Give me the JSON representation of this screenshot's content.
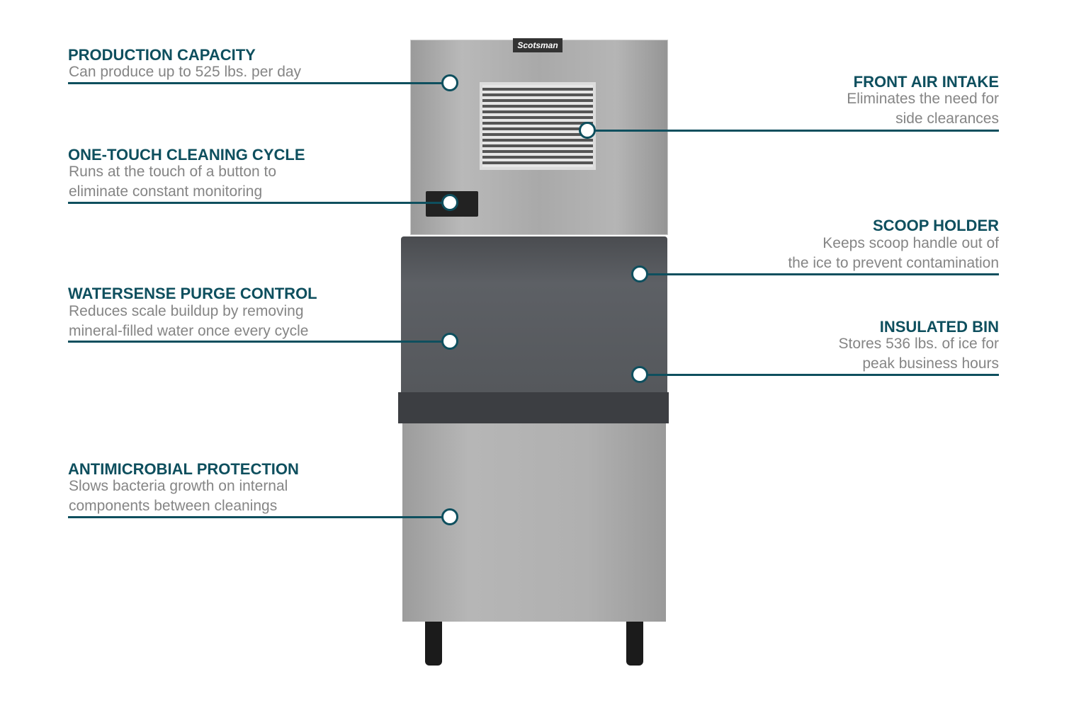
{
  "machine": {
    "brand": "Scotsman"
  },
  "callouts_left": [
    {
      "title": "PRODUCTION CAPACITY",
      "lines": [
        "Can produce up to 525 lbs. per day"
      ]
    },
    {
      "title": "ONE-TOUCH CLEANING CYCLE",
      "lines": [
        "Runs at the touch of a button to",
        "eliminate constant monitoring"
      ]
    },
    {
      "title": "WATERSENSE PURGE CONTROL",
      "lines": [
        "Reduces scale buildup by removing",
        "mineral-filled water once every cycle"
      ]
    },
    {
      "title": "ANTIMICROBIAL PROTECTION",
      "lines": [
        "Slows bacteria growth on internal",
        "components between cleanings"
      ]
    }
  ],
  "callouts_right": [
    {
      "title": "FRONT AIR INTAKE",
      "lines": [
        "Eliminates the need for",
        "side clearances"
      ]
    },
    {
      "title": "SCOOP HOLDER",
      "lines": [
        "Keeps scoop handle out of",
        "the ice to prevent contamination"
      ]
    },
    {
      "title": "INSULATED BIN",
      "lines": [
        "Stores 536 lbs. of ice for",
        "peak business hours"
      ]
    }
  ],
  "colors": {
    "accent": "#0e4f5e",
    "text": "#858585"
  }
}
